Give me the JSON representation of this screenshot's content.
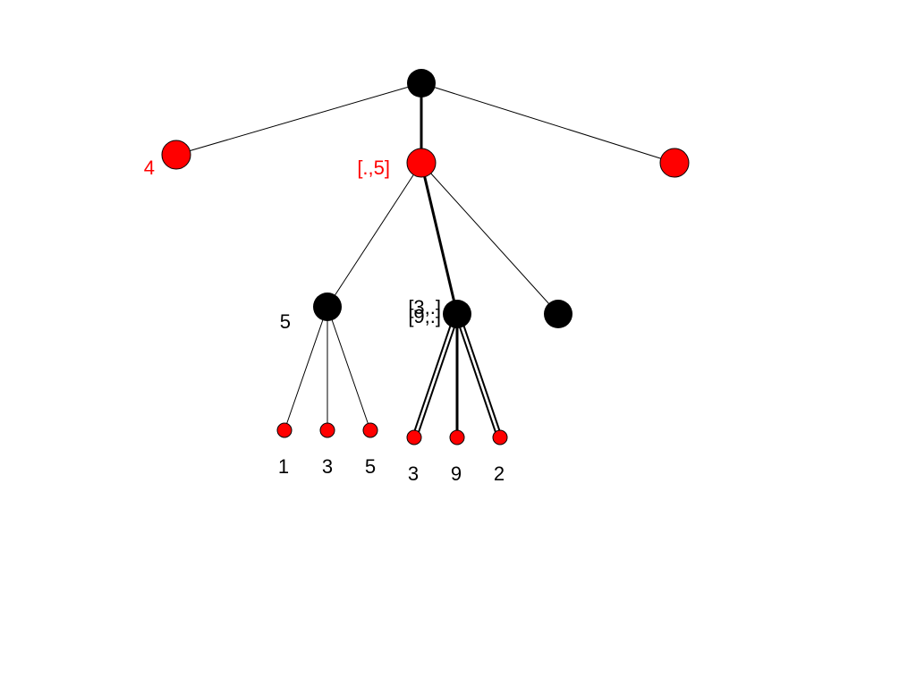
{
  "colors": {
    "max_node": "#000000",
    "min_node": "#ff0000",
    "edge": "#000000",
    "label_on_red": "#ff0000",
    "label_on_black": "#000000"
  },
  "nodes": {
    "root": {
      "type": "max",
      "label": ""
    },
    "left": {
      "type": "min",
      "label": "4"
    },
    "middle": {
      "type": "min",
      "label": "[.,5]"
    },
    "right": {
      "type": "min",
      "label": ""
    },
    "mid_left": {
      "type": "max",
      "label": "5"
    },
    "mid_center": {
      "type": "max",
      "label_a": "[3,.]",
      "label_b": "[9,.]"
    },
    "mid_right": {
      "type": "max",
      "label": ""
    }
  },
  "leaves": {
    "group_a": [
      "1",
      "3",
      "5"
    ],
    "group_b": [
      "3",
      "9",
      "2"
    ]
  }
}
